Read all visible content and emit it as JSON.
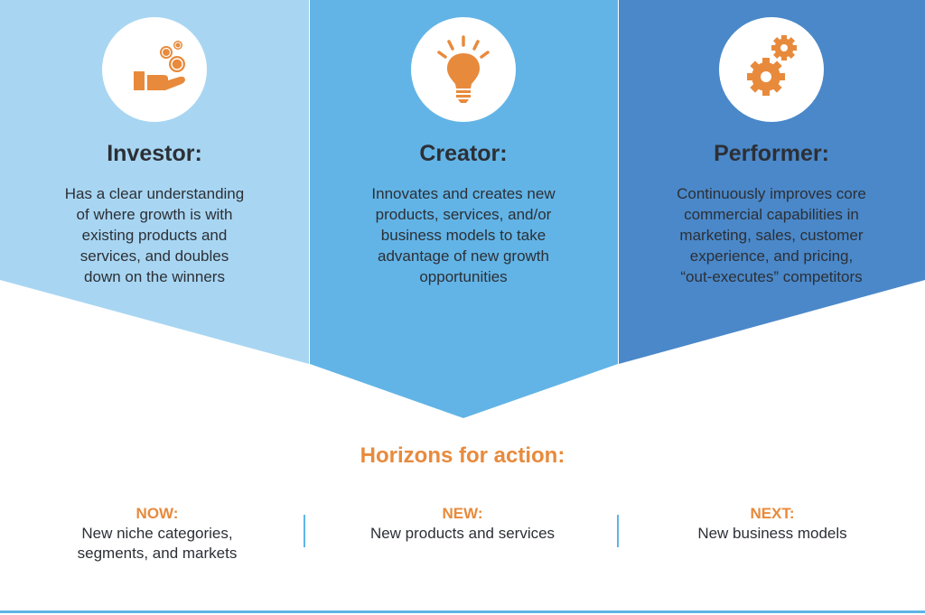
{
  "colors": {
    "investor_bg": "#a8d6f2",
    "creator_bg": "#62b4e6",
    "performer_bg": "#4a88c9",
    "accent_orange": "#e88a3c",
    "text_dark": "#2c2f36"
  },
  "columns": [
    {
      "icon": "hand-coins-icon",
      "title": "Investor:",
      "lines": [
        "Has a clear understanding",
        "of where growth is with",
        "existing products and",
        "services, and doubles",
        "down on the winners"
      ]
    },
    {
      "icon": "lightbulb-icon",
      "title": "Creator:",
      "lines": [
        "Innovates and creates new",
        "products, services, and/or",
        "business models to take",
        "advantage of new growth",
        "opportunities"
      ]
    },
    {
      "icon": "gears-icon",
      "title": "Performer:",
      "lines": [
        "Continuously improves core",
        "commercial capabilities in",
        "marketing, sales, customer",
        "experience, and pricing,",
        "“out-executes” competitors"
      ]
    }
  ],
  "horizons": {
    "title": "Horizons for action:",
    "items": [
      {
        "label": "NOW:",
        "lines": [
          "New niche categories,",
          "segments, and markets"
        ]
      },
      {
        "label": "NEW:",
        "lines": [
          "New products and services"
        ]
      },
      {
        "label": "NEXT:",
        "lines": [
          "New business models"
        ]
      }
    ]
  }
}
